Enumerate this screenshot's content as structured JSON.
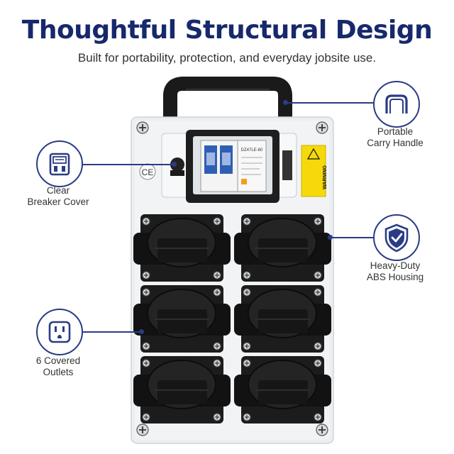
{
  "header": {
    "title": "Thoughtful Structural Design",
    "subtitle": "Built for portability, protection, and everyday jobsite use."
  },
  "features": {
    "handle": {
      "label_line1": "Portable",
      "label_line2": "Carry Handle",
      "icon": "carry-handle-icon"
    },
    "breaker": {
      "label_line1": "Clear",
      "label_line2": "Breaker Cover",
      "icon": "breaker-icon"
    },
    "housing": {
      "label_line1": "Heavy-Duty",
      "label_line2": "ABS Housing",
      "icon": "shield-check-icon"
    },
    "outlets": {
      "label_line1": "6 Covered",
      "label_line2": "Outlets",
      "icon": "outlet-icon"
    }
  },
  "product": {
    "ce_mark": "CE",
    "warning_label": "WARNING",
    "breaker_model": "DZ47LE-60"
  },
  "colors": {
    "accent": "#2a3c85",
    "title": "#17296b",
    "warning": "#f5d90a"
  }
}
